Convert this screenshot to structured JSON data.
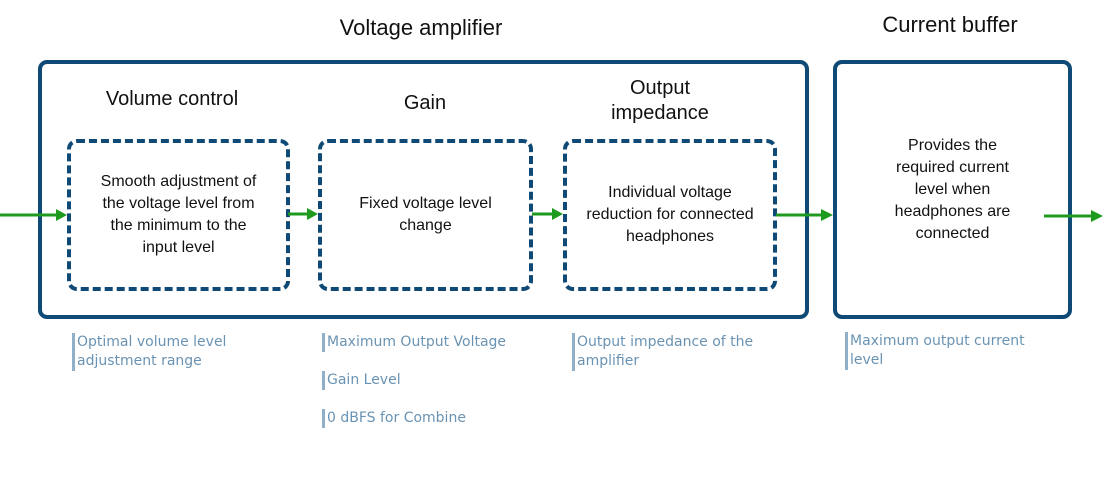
{
  "titles": {
    "voltage_amplifier": "Voltage amplifier",
    "current_buffer": "Current buffer"
  },
  "stages": {
    "volume_control": {
      "title": "Volume control",
      "description": "Smooth adjustment of\nthe voltage level from\nthe minimum to the\ninput level"
    },
    "gain": {
      "title": "Gain",
      "description": "Fixed voltage level\nchange"
    },
    "output_impedance": {
      "title": "Output\nimpedance",
      "description": "Individual voltage\nreduction for connected\nheadphones"
    },
    "current_buffer": {
      "description": "Provides the\nrequired current\nlevel when\nheadphones are\nconnected"
    }
  },
  "notes": {
    "volume_control": [
      "Optimal volume level\nadjustment range"
    ],
    "gain": [
      "Maximum Output Voltage",
      "Gain Level",
      "0 dBFS for Combine"
    ],
    "output_impedance": [
      "Output impedance of the\namplifier"
    ],
    "current_buffer": [
      "Maximum output current\nlevel"
    ]
  },
  "colors": {
    "box_border": "#0e4a75",
    "arrow": "#1e9b1e",
    "note_text": "#6a93b3",
    "note_bar": "#8fb0c8"
  }
}
